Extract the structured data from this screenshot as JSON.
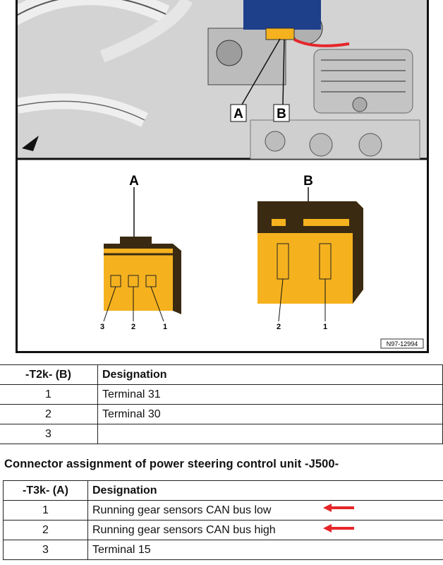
{
  "figure": {
    "callout_top_a": "A",
    "callout_top_b": "B",
    "label_a": "A",
    "label_b": "B",
    "pins_a": [
      "3",
      "2",
      "1"
    ],
    "pins_b": [
      "2",
      "1"
    ],
    "figure_code": "N97-12994"
  },
  "table_t2k": {
    "headers": [
      "-T2k- (B)",
      "Designation"
    ],
    "rows": [
      {
        "pin": "1",
        "designation": "Terminal 31"
      },
      {
        "pin": "2",
        "designation": "Terminal 30"
      },
      {
        "pin": "3",
        "designation": ""
      }
    ]
  },
  "section_heading": "Connector assignment of power steering control unit -J500-",
  "table_t3k": {
    "headers": [
      "-T3k- (A)",
      "Designation"
    ],
    "rows": [
      {
        "pin": "1",
        "designation": "Running gear sensors CAN bus low"
      },
      {
        "pin": "2",
        "designation": "Running gear sensors CAN bus high"
      },
      {
        "pin": "3",
        "designation": "Terminal 15"
      }
    ]
  },
  "colors": {
    "connector_yellow": "#f5b21e",
    "connector_dark": "#3a2a12",
    "arrow_red": "#e5262a",
    "car_blue": "#1e3f8a"
  }
}
